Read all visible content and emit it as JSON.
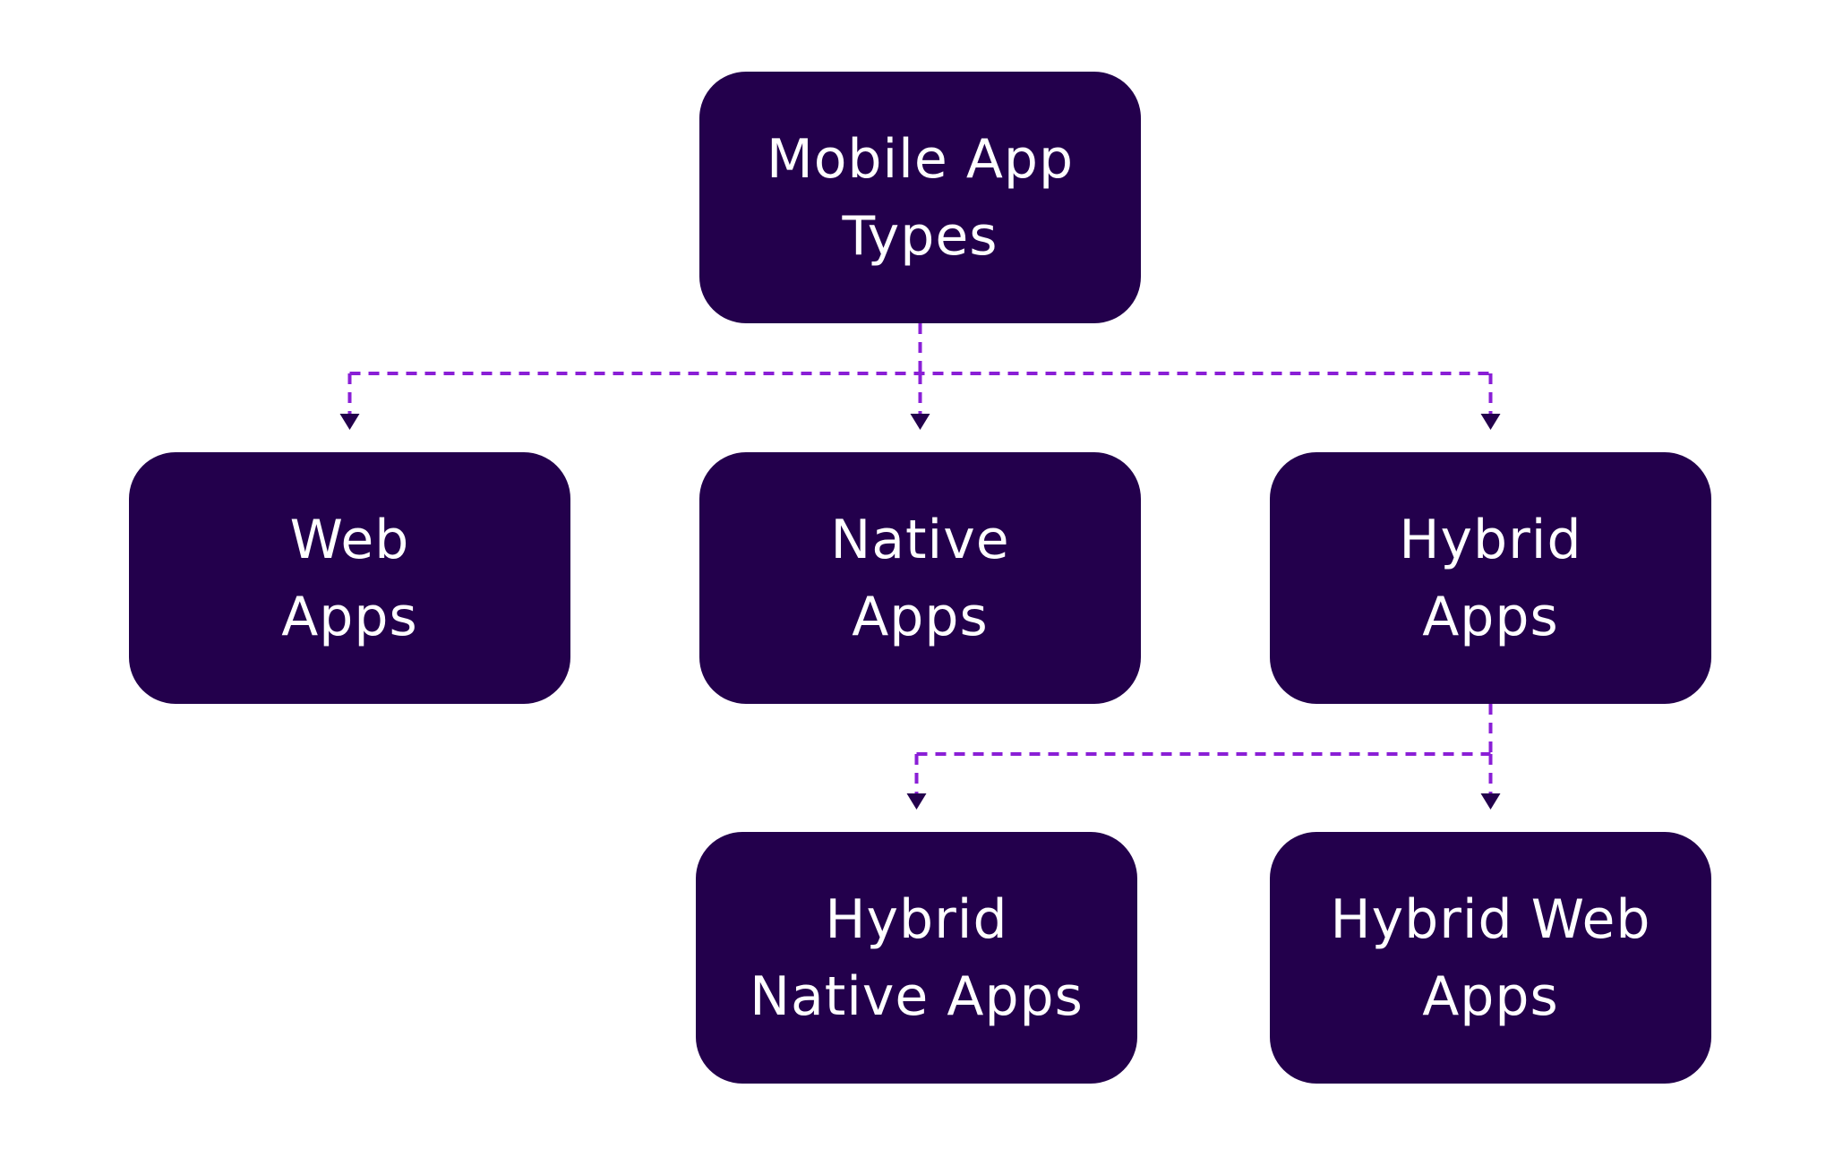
{
  "colors": {
    "node_fill": "#23004c",
    "node_text": "#ffffff",
    "connector": "#8a1fd6",
    "arrowhead": "#23004c"
  },
  "nodes": {
    "root": {
      "label": "Mobile App\nTypes"
    },
    "web": {
      "label": "Web\nApps"
    },
    "native": {
      "label": "Native\nApps"
    },
    "hybrid": {
      "label": "Hybrid\nApps"
    },
    "hybrid_native": {
      "label": "Hybrid\nNative Apps"
    },
    "hybrid_web": {
      "label": "Hybrid Web\nApps"
    }
  },
  "edges": [
    {
      "from": "root",
      "to": "web"
    },
    {
      "from": "root",
      "to": "native"
    },
    {
      "from": "root",
      "to": "hybrid"
    },
    {
      "from": "hybrid",
      "to": "hybrid_native"
    },
    {
      "from": "hybrid",
      "to": "hybrid_web"
    }
  ]
}
